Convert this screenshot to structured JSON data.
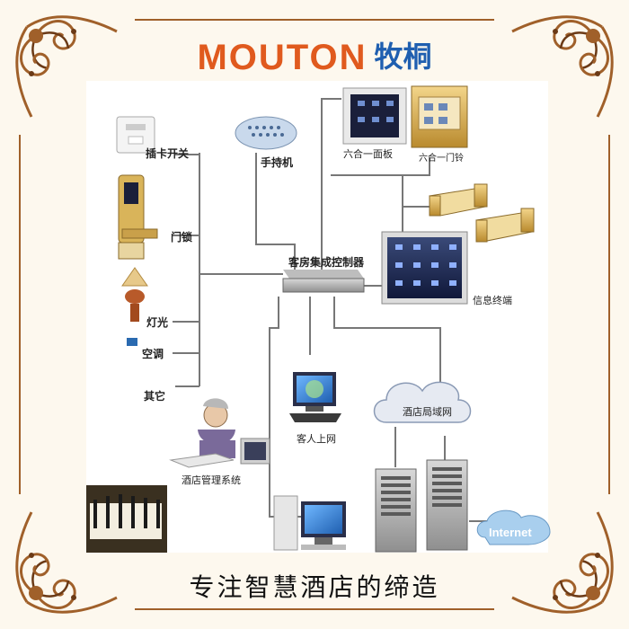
{
  "brand": {
    "name_en": "MOUTON",
    "name_cn": "牧桐",
    "color": "#e05a1e"
  },
  "diagram": {
    "controller": "客房集成控制器",
    "nodes": {
      "card_switch": "插卡开关",
      "handheld": "手持机",
      "panel": "六合一面板",
      "doorbell": "六合一门铃",
      "door_lock": "门锁",
      "light": "灯光",
      "ac": "空调",
      "other": "其它",
      "info_terminal": "信息终端",
      "guest_internet": "客人上网",
      "hotel_lan": "酒店局域网",
      "hotel_mgmt": "酒店管理系统",
      "internet": "Internet"
    }
  },
  "slogan": "专注智慧酒店的缔造",
  "colors": {
    "line": "#777777",
    "frame": "#a0602a",
    "frame_dark": "#6b3a16",
    "panel_bg": "#ffffff",
    "accent_blue": "#1f5fb0"
  }
}
